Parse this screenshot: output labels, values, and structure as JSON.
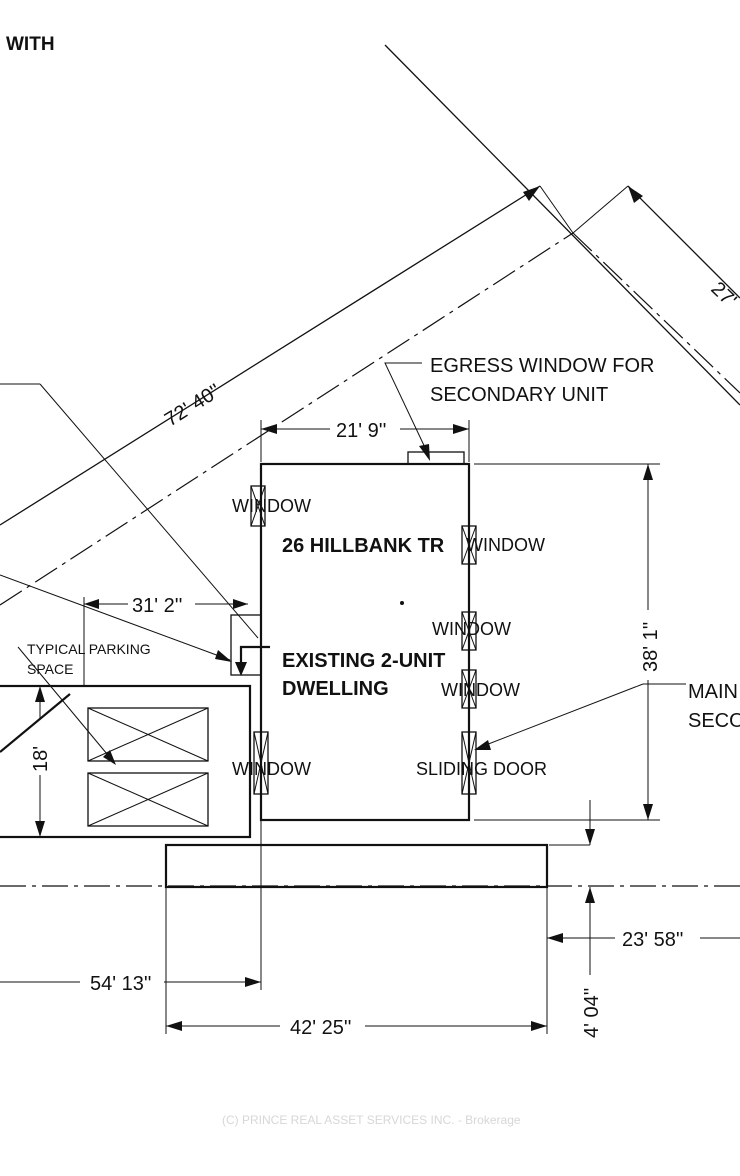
{
  "header": {
    "title_fragment": "WITH"
  },
  "labels": {
    "address": "26 HILLBANK TR",
    "building_line1": "EXISTING 2-UNIT",
    "building_line2": "DWELLING",
    "egress_line1": "EGRESS WINDOW FOR",
    "egress_line2": "SECONDARY UNIT",
    "parking_line1": "TYPICAL PARKING",
    "parking_line2": "SPACE",
    "main_line1": "MAIN",
    "main_line2": "SECO",
    "window": "WINDOW",
    "sliding_door": "SLIDING DOOR"
  },
  "dimensions": {
    "diagonal_long": "72' 40''",
    "diagonal_right": "27'",
    "building_width": "21' 9''",
    "building_depth": "38' 1''",
    "side_setback": "31' 2''",
    "parking_length": "18'",
    "left_offset": "54' 13''",
    "front_width": "42' 25''",
    "right_offset": "23' 58''",
    "front_setback": "4' 04''"
  },
  "watermark": "(C) PRINCE REAL ASSET SERVICES INC. - Brokerage"
}
